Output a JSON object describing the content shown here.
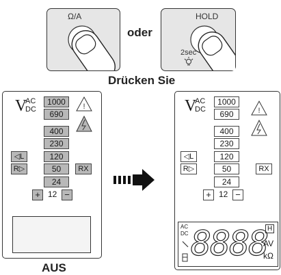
{
  "buttons": {
    "left_label": "Ω/A",
    "right_label": "HOLD",
    "right_sub": "2sec",
    "connector": "oder",
    "instruction": "Drücken Sie"
  },
  "display_left": {
    "caption": "AUS",
    "vac": "V",
    "ac": "AC",
    "dc": "DC",
    "ranges": [
      "1000",
      "690",
      "400",
      "230",
      "120",
      "50",
      "24"
    ],
    "left_side": [
      "◁L",
      "R▷"
    ],
    "rx": "RX",
    "plus": "+",
    "twelve": "12",
    "minus": "−"
  },
  "display_right": {
    "vac": "V",
    "ac": "AC",
    "dc": "DC",
    "ranges": [
      "1000",
      "690",
      "400",
      "230",
      "120",
      "50",
      "24"
    ],
    "left_side": [
      "◁L",
      "R▷"
    ],
    "rx": "RX",
    "plus": "+",
    "twelve": "12",
    "minus": "−",
    "lcd_digits": "8888",
    "lcd_right_top": "H",
    "lcd_av": "AV",
    "lcd_kohm": "kΩ",
    "lcd_acdc_top": "AC",
    "lcd_acdc_bottom": "DC"
  },
  "colors": {
    "segment_off": "#b8b8b8",
    "outline": "#333333"
  }
}
